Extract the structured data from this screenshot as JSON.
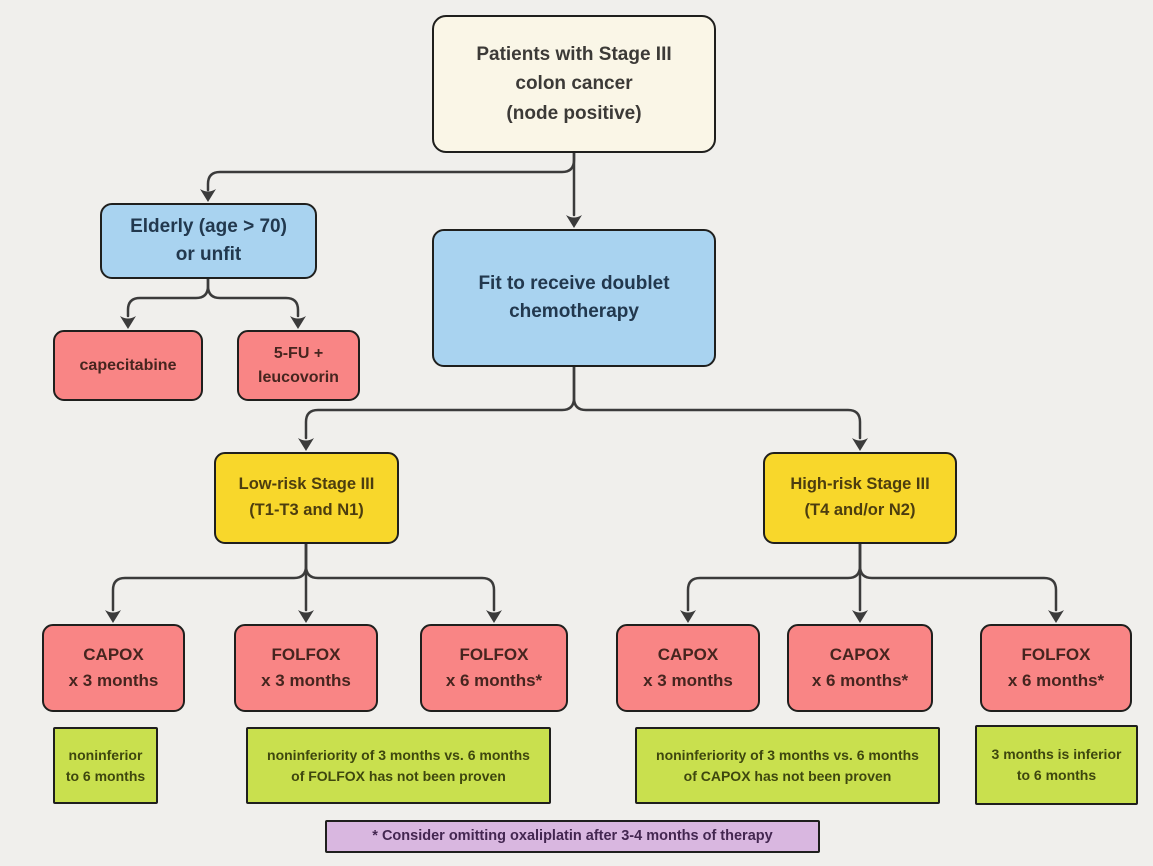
{
  "diagram_type": "flowchart",
  "topic": "Adjuvant chemotherapy decision tree for Stage III colon cancer",
  "colors": {
    "background": "#f0efec",
    "start_fill": "#faf6e7",
    "start_text": "#3c3a37",
    "decision_fill": "#a9d3f0",
    "decision_text": "#22384e",
    "treatment_fill": "#f98585",
    "treatment_text": "#46251f",
    "risk_fill": "#f8d72b",
    "risk_text": "#4c3d0f",
    "note_fill": "#c9e04e",
    "note_text": "#3e470e",
    "footnote_fill": "#d9b7e0",
    "footnote_text": "#432650",
    "border": "#1f1f1d",
    "line": "#3b3b3b"
  },
  "nodes": {
    "root": {
      "label": "Patients with Stage III\ncolon cancer\n(node positive)"
    },
    "elderly": {
      "label": "Elderly (age > 70)\nor unfit"
    },
    "fit": {
      "label": "Fit to receive doublet\nchemotherapy"
    },
    "capecitabine": {
      "label": "capecitabine"
    },
    "fu_leucovorin": {
      "label": "5-FU +\nleucovorin"
    },
    "low_risk": {
      "label": "Low-risk Stage III\n(T1-T3 and N1)"
    },
    "high_risk": {
      "label": "High-risk Stage III\n(T4 and/or N2)"
    },
    "low_capox_3": {
      "label": "CAPOX\nx 3 months"
    },
    "low_folfox_3": {
      "label": "FOLFOX\nx 3 months"
    },
    "low_folfox_6": {
      "label": "FOLFOX\nx 6 months*"
    },
    "high_capox_3": {
      "label": "CAPOX\nx 3 months"
    },
    "high_capox_6": {
      "label": "CAPOX\nx 6 months*"
    },
    "high_folfox_6": {
      "label": "FOLFOX\nx 6 months*"
    },
    "note_capox_noninferior": {
      "label": "noninferior\nto 6 months"
    },
    "note_folfox_unproven": {
      "label": "noninferiority of 3 months vs. 6 months\nof FOLFOX has not been proven"
    },
    "note_capox_unproven": {
      "label": "noninferiority of 3 months vs. 6 months\nof CAPOX has not been proven"
    },
    "note_folfox_inferior": {
      "label": "3 months is inferior\nto 6 months"
    },
    "footnote": {
      "label": "* Consider omitting oxaliplatin after 3-4 months of therapy"
    }
  },
  "edges": [
    {
      "from": "root",
      "to": "elderly"
    },
    {
      "from": "root",
      "to": "fit"
    },
    {
      "from": "elderly",
      "to": "capecitabine"
    },
    {
      "from": "elderly",
      "to": "fu_leucovorin"
    },
    {
      "from": "fit",
      "to": "low_risk"
    },
    {
      "from": "fit",
      "to": "high_risk"
    },
    {
      "from": "low_risk",
      "to": "low_capox_3"
    },
    {
      "from": "low_risk",
      "to": "low_folfox_3"
    },
    {
      "from": "low_risk",
      "to": "low_folfox_6"
    },
    {
      "from": "high_risk",
      "to": "high_capox_3"
    },
    {
      "from": "high_risk",
      "to": "high_capox_6"
    },
    {
      "from": "high_risk",
      "to": "high_folfox_6"
    }
  ]
}
